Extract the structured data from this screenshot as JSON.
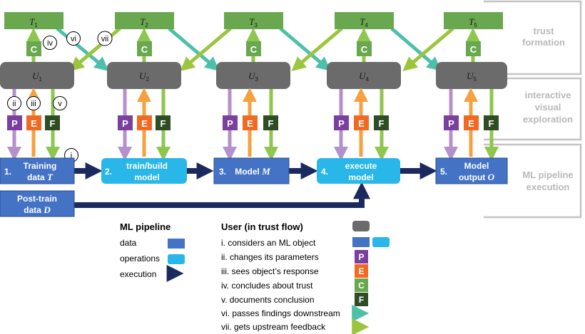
{
  "trust_nodes": [
    {
      "letter": "T",
      "sub": "1"
    },
    {
      "letter": "T",
      "sub": "2"
    },
    {
      "letter": "T",
      "sub": "3"
    },
    {
      "letter": "T",
      "sub": "4"
    },
    {
      "letter": "T",
      "sub": "5"
    }
  ],
  "user_nodes": [
    {
      "letter": "U",
      "sub": "1"
    },
    {
      "letter": "U",
      "sub": "2"
    },
    {
      "letter": "U",
      "sub": "3"
    },
    {
      "letter": "U",
      "sub": "4"
    },
    {
      "letter": "U",
      "sub": "5"
    }
  ],
  "codes": {
    "c": "C",
    "p": "P",
    "e": "E",
    "f": "F"
  },
  "roman": {
    "i": "i",
    "ii": "ii",
    "iii": "iii",
    "iv": "iv",
    "v": "v",
    "vi": "vi",
    "vii": "vii"
  },
  "pipeline": {
    "s1": {
      "num": "1.",
      "line1": "Training",
      "line2": "data ",
      "var": "T"
    },
    "s2": {
      "num": "2.",
      "line1": "train/build",
      "line2": "model"
    },
    "s3": {
      "num": "3.",
      "line1": "Model ",
      "var": "M"
    },
    "s4": {
      "num": "4.",
      "line1": "execute",
      "line2": "model"
    },
    "s5": {
      "num": "5.",
      "line1": "Model",
      "line2": "output ",
      "var": "O"
    },
    "post": {
      "line1": "Post-train",
      "line2": "data ",
      "var": "D"
    }
  },
  "bands": {
    "trust_line1": "trust",
    "trust_line2": "formation",
    "explore_line1": "interactive",
    "explore_line2": "visual",
    "explore_line3": "exploration",
    "ml_line1": "ML pipeline",
    "ml_line2": "execution"
  },
  "legend": {
    "ml_title": "ML pipeline",
    "data": "data",
    "operations": "operations",
    "execution": "execution",
    "user_title": "User (in trust flow)",
    "items": [
      "i. considers an ML object",
      "ii. changes its parameters",
      "iii. sees object’s response",
      "iv. concludes about trust",
      "v. documents conclusion",
      "vi.  passes findings downstream",
      "vii. gets upstream feedback"
    ]
  },
  "colors": {
    "green_box": "#6aa84f",
    "gray_box": "#6b6b6b",
    "purple": "#7b3f9e",
    "orange": "#f06a23",
    "dark_green": "#2e4d25",
    "data_blue": "#4472c4",
    "op_cyan": "#29b6e8",
    "navy": "#1b2a5e",
    "teal_arrow": "#4dc0aa",
    "lime_arrow": "#9bc53d"
  }
}
